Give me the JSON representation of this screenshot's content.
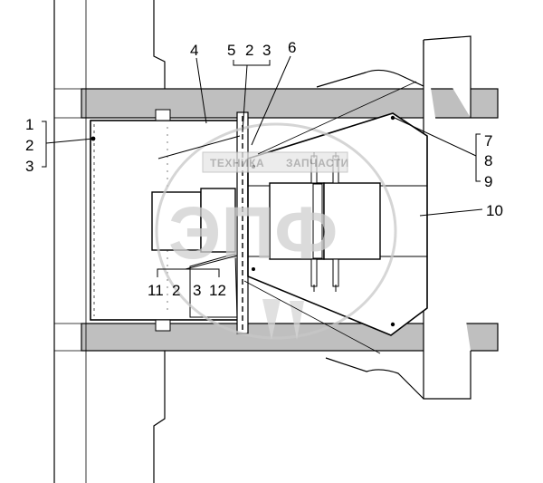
{
  "diagram": {
    "callouts": {
      "c1": "1",
      "c2": "2",
      "c3": "3",
      "c4": "4",
      "c5": "5",
      "c5_2": "2",
      "c5_3": "3",
      "c6": "6",
      "c7": "7",
      "c8": "8",
      "c9": "9",
      "c10": "10",
      "c11": "11",
      "c11_2": "2",
      "c11_3": "3",
      "c12": "12"
    }
  },
  "watermark": {
    "left_word": "ТЕХНИКА",
    "right_word": "ЗАПЧАСТИ",
    "logo_letters": "ЭПФ"
  },
  "colors": {
    "line": "#000000",
    "fill_gray": "#bfbfbf",
    "watermark": "#c8c8c8"
  }
}
